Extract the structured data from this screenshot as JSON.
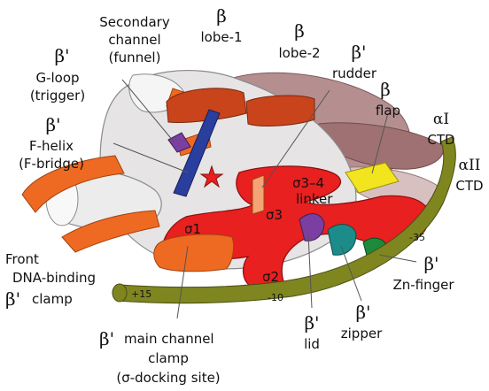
{
  "labels": {
    "secondary_channel": [
      "Secondary",
      "channel",
      "(funnel)"
    ],
    "beta": "β",
    "beta_prime": "β'",
    "lobe1": "lobe-1",
    "lobe2": "lobe-2",
    "rudder": "rudder",
    "g_loop": [
      "G-loop",
      "(trigger)"
    ],
    "f_helix": [
      "F-helix",
      "(F-bridge)"
    ],
    "flap": "flap",
    "alpha_one": "αI",
    "alpha_two": "αII",
    "ctd": "CTD",
    "front_clamp": [
      "Front",
      "DNA-binding",
      "clamp"
    ],
    "main_channel": [
      "main channel",
      "clamp",
      "(σ-docking site)"
    ],
    "sigma1": "σ1",
    "sigma2": "σ2",
    "sigma3": "σ3",
    "sigma34": "σ3–4",
    "linker": "linker",
    "lid": "lid",
    "zipper": "zipper",
    "zn_finger": "Zn-finger",
    "pos_p15": "+15",
    "pos_m10": "-10",
    "pos_m35": "-35"
  },
  "colors": {
    "sigma": "#e8201f",
    "olive": "#7f8620",
    "orange": "#ee6a22",
    "lobe": "#c9441b",
    "purple": "#7a3fa0",
    "teal": "#1b8c8a",
    "green": "#1d8a3b",
    "yellow": "#f2e41e",
    "mauve": "#a87f80",
    "grey": "#e4e2e2"
  }
}
